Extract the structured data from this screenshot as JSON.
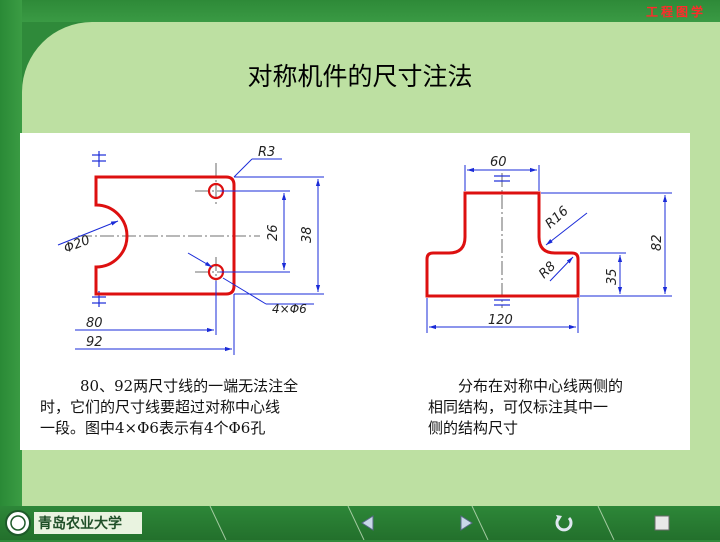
{
  "header": {
    "brand": "工程图学"
  },
  "slide": {
    "title": "对称机件的尺寸注法",
    "left_drawing": {
      "labels": {
        "r3": "R3",
        "d20": "Φ20",
        "h26": "26",
        "h38": "38",
        "holes": "4×Φ6",
        "w80": "80",
        "w92": "92"
      }
    },
    "right_drawing": {
      "labels": {
        "w60": "60",
        "r16": "R16",
        "h82": "82",
        "r8": "R8",
        "h35": "35",
        "w120": "120"
      }
    },
    "left_text": [
      "80、92两尺寸线的一端无法注全",
      "时，它们的尺寸线要超过对称中心线",
      "一段。图中4×Φ6表示有4个Φ6孔"
    ],
    "right_text": [
      "分布在对称中心线两侧的",
      "相同结构，可仅标注其中一",
      "侧的结构尺寸"
    ]
  },
  "footer": {
    "logo_alt": "青岛农业大学",
    "nav": [
      "prev",
      "next",
      "return",
      "stop"
    ]
  },
  "colors": {
    "outline": "#dd1010",
    "dimension": "#1a2bd8",
    "center": "#444444",
    "background": "#bde0a2",
    "frame": "#2f8a3a"
  }
}
